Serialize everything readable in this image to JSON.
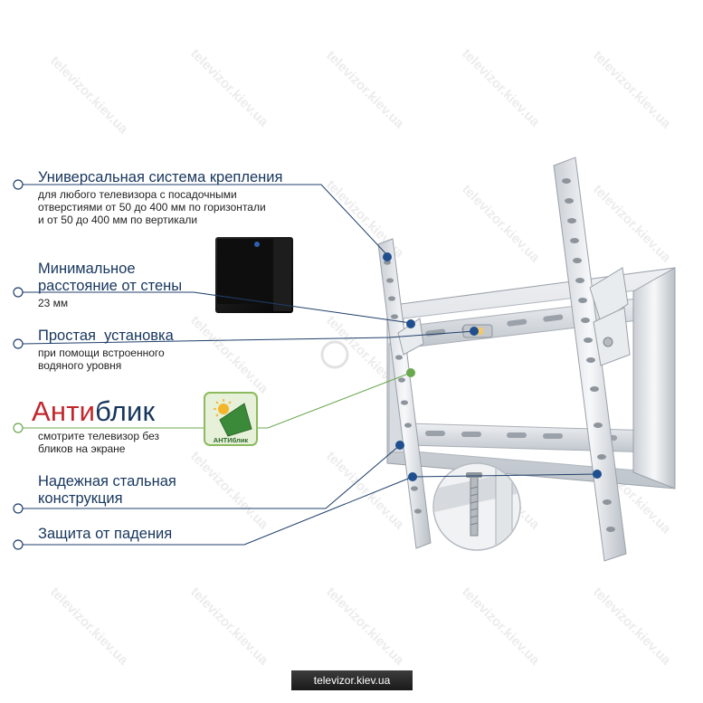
{
  "features": [
    {
      "title": "Универсальная система крепления",
      "lines": [
        "для любого телевизора с посадочными",
        "отверстиями от 50 до 400 мм по горизонтали",
        "и от 50 до 400 мм по вертикали"
      ]
    },
    {
      "title_lines": [
        "Минимальное",
        "расстояние от стены"
      ],
      "lines": [
        "23 мм"
      ]
    },
    {
      "title": "Простая  установка",
      "lines": [
        "при помощи встроенного",
        "водяного уровня"
      ]
    },
    {
      "title_red": "Анти",
      "title_blue": "блик",
      "lines": [
        "смотрите телевизор без",
        "бликов на экране"
      ],
      "badge_label": "АНТИблик"
    },
    {
      "title_lines": [
        "Надежная стальная",
        "конструкция"
      ]
    },
    {
      "title": "Защита от падения"
    }
  ],
  "watermark": "televizor.kiev.ua",
  "footer": "televizor.kiev.ua",
  "colors": {
    "title_blue": "#17365d",
    "accent_red": "#c0272d",
    "callout_line": "#1f3f6b",
    "callout_line_green": "#6aa84f",
    "footer_bg": "#222222"
  },
  "icons": [
    "circle-bullet-icon",
    "antiglare-badge-icon",
    "sun-icon"
  ]
}
